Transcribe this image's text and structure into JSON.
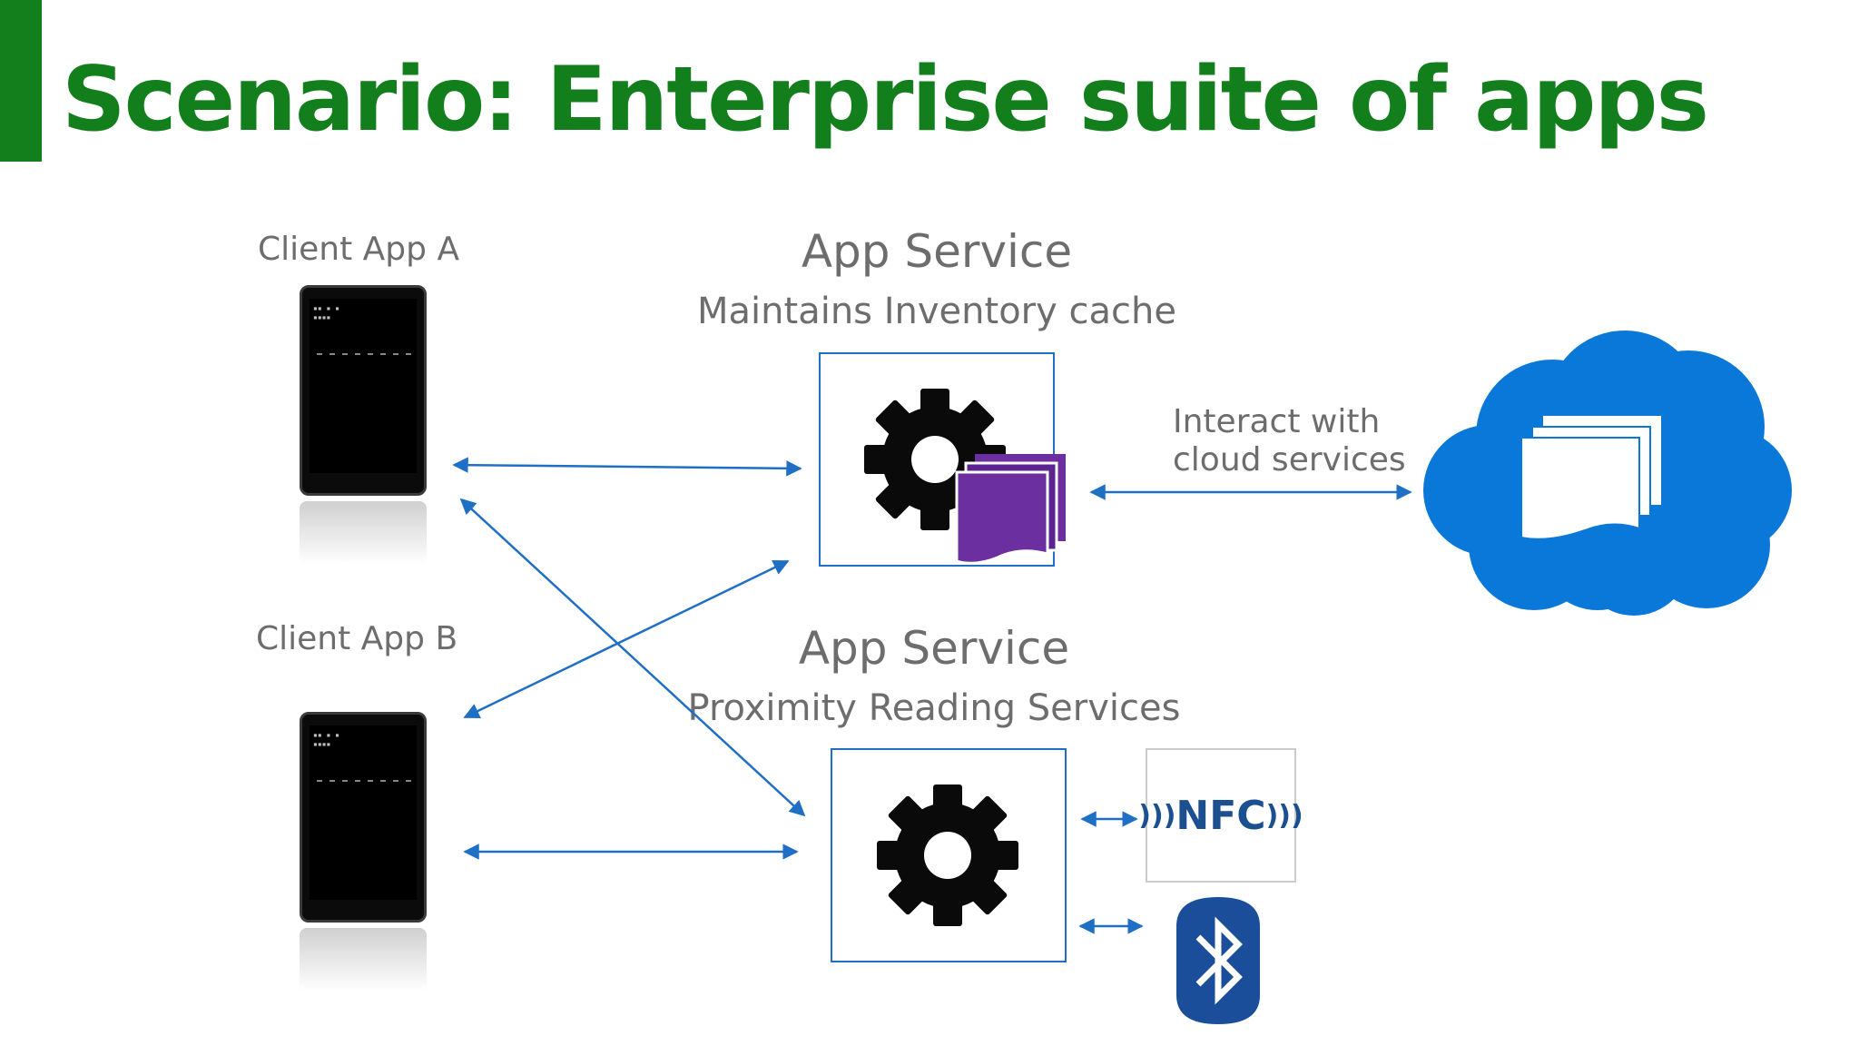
{
  "title": "Scenario: Enterprise suite of apps",
  "colors": {
    "accent_green": "#127f1c",
    "title_green": "#127f1c",
    "arrow_blue": "#1f6fc5",
    "cloud_blue": "#0a78d8",
    "gear_black": "#0a0a0a",
    "purple_doc": "#6b2fa0",
    "nfc_blue": "#1b4f8f",
    "bluetooth_blue": "#1a4d9a"
  },
  "clients": {
    "a_label": "Client App A",
    "b_label": "Client App B"
  },
  "services": {
    "inventory": {
      "title": "App Service",
      "subtitle": "Maintains Inventory cache",
      "icon": "gear-with-documents-icon"
    },
    "proximity": {
      "title": "App Service",
      "subtitle": "Proximity Reading Services",
      "icon": "gear-icon"
    }
  },
  "cloud": {
    "label_line1": "Interact with",
    "label_line2": "cloud services",
    "icon": "cloud-documents-icon"
  },
  "devices": {
    "nfc_label": "NFC",
    "nfc_icon": "nfc-icon",
    "bluetooth_icon": "bluetooth-icon"
  }
}
